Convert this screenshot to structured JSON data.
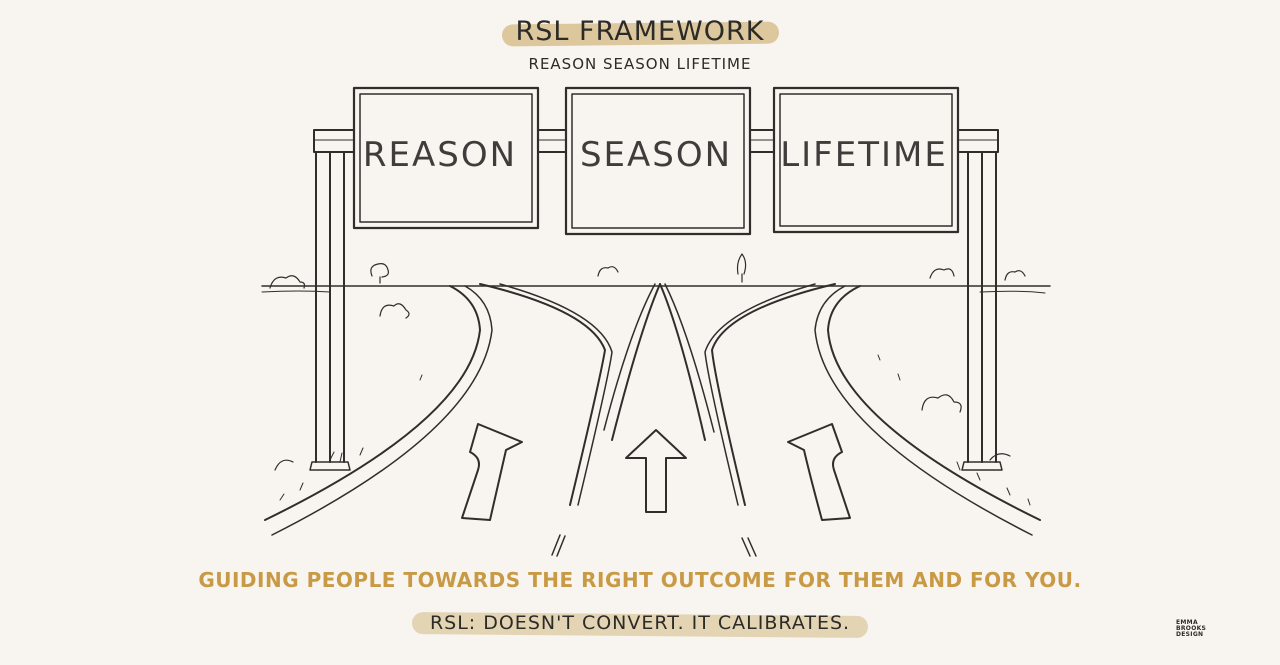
{
  "header": {
    "title": "RSL FRAMEWORK",
    "subtitle": "REASON SEASON LIFETIME"
  },
  "signs": [
    {
      "label": "REASON"
    },
    {
      "label": "SEASON"
    },
    {
      "label": "LIFETIME"
    }
  ],
  "tagline": "GUIDING PEOPLE TOWARDS THE RIGHT OUTCOME FOR THEM AND FOR YOU.",
  "footer": "RSL: DOESN'T CONVERT. IT CALIBRATES.",
  "brand": {
    "line1": "EMMA",
    "line2": "BROOKS",
    "line3": "DESIGN"
  },
  "colors": {
    "background": "#f8f4ef",
    "highlight": "#dcc89c",
    "accent_text": "#c99a45",
    "ink": "#2d2b28"
  }
}
